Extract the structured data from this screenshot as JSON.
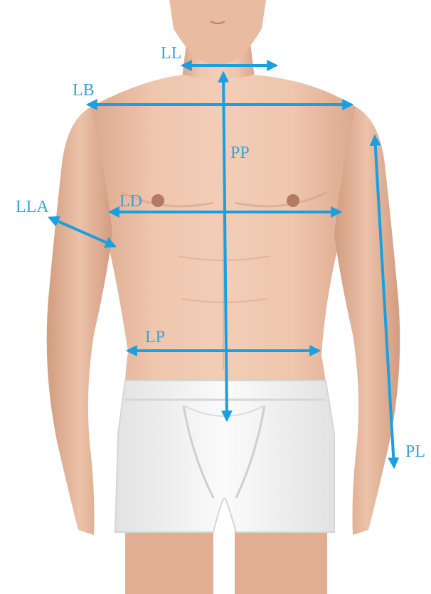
{
  "measurements": [
    {
      "label": "LL"
    },
    {
      "label": "LB"
    },
    {
      "label": "PP"
    },
    {
      "label": "LLA"
    },
    {
      "label": "LD"
    },
    {
      "label": "LP"
    },
    {
      "label": "PL"
    }
  ],
  "colors": {
    "arrow": "#1aa0e0",
    "label": "#3aa3d6",
    "skin": "#e7b99f",
    "skin_shadow": "#c99479",
    "underwear": "#f4f4f4"
  }
}
